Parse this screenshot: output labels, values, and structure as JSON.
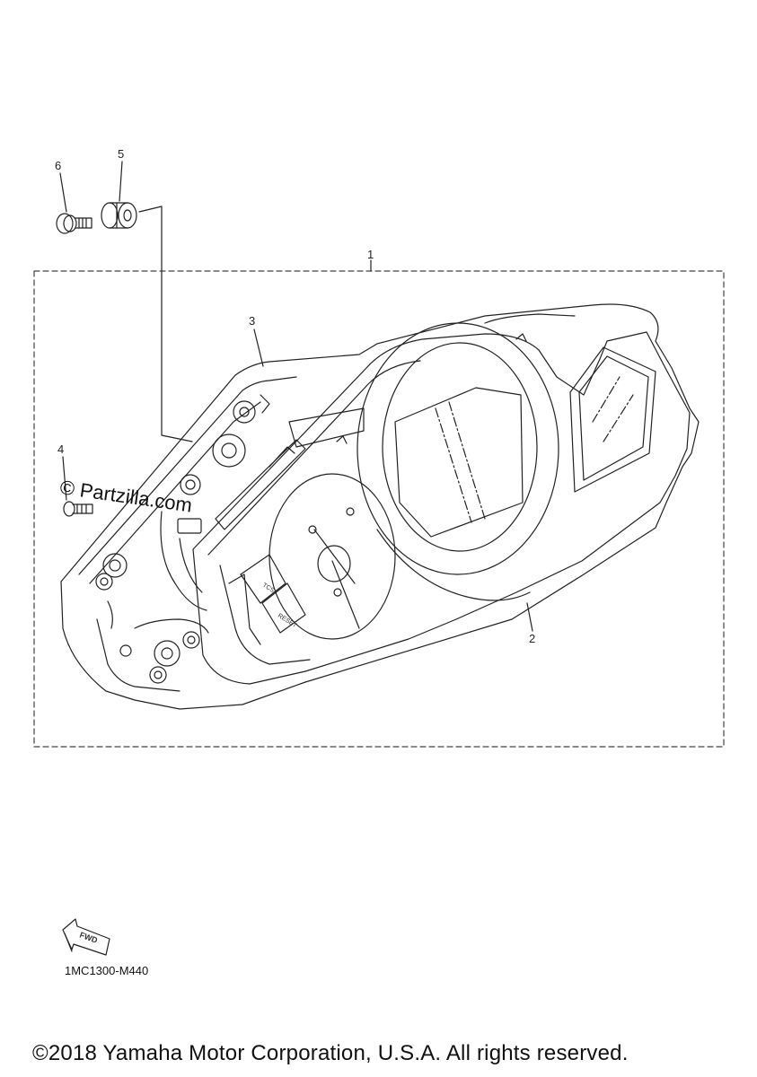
{
  "callouts": {
    "c1": "1",
    "c2": "2",
    "c3": "3",
    "c4": "4",
    "c5": "5",
    "c6": "6"
  },
  "labels": {
    "tcs": "TCS",
    "reset": "RESET",
    "fwd": "FWD"
  },
  "watermark": "© Partzilla.com",
  "diagram_code": "1MC1300-M440",
  "copyright": "©2018 Yamaha Motor Corporation, U.S.A. All rights reserved."
}
